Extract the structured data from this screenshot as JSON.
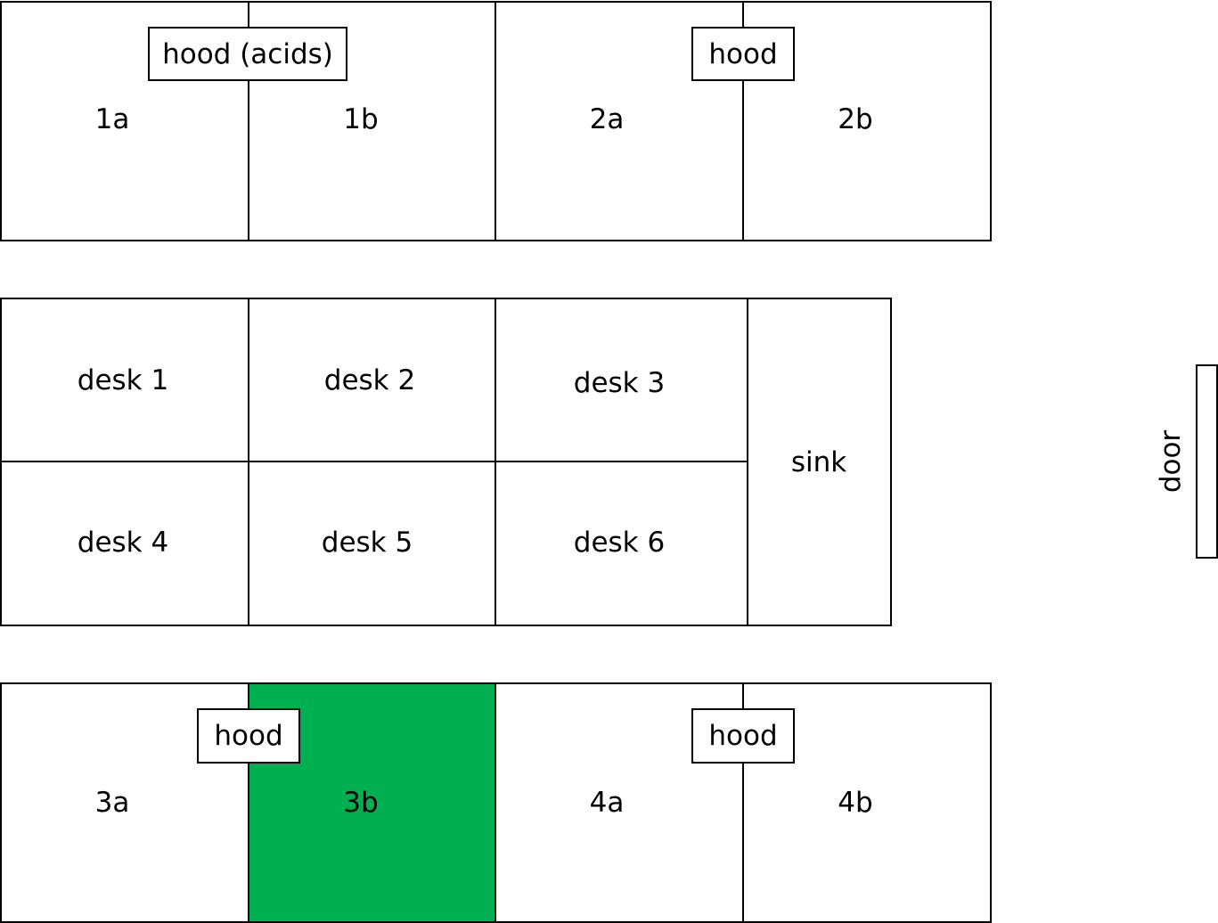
{
  "colors": {
    "highlight": "#00B050",
    "line": "#000000",
    "background": "#FFFFFF"
  },
  "rooms": {
    "r1a": "1a",
    "r1b": "1b",
    "r2a": "2a",
    "r2b": "2b",
    "r3a": "3a",
    "r3b": "3b",
    "r4a": "4a",
    "r4b": "4b"
  },
  "hoods": {
    "top_left": "hood (acids)",
    "top_right": "hood",
    "bottom_left": "hood",
    "bottom_right": "hood"
  },
  "desks": {
    "d1": "desk 1",
    "d2": "desk 2",
    "d3": "desk 3",
    "d4": "desk 4",
    "d5": "desk 5",
    "d6": "desk 6"
  },
  "sink": "sink",
  "door": "door"
}
